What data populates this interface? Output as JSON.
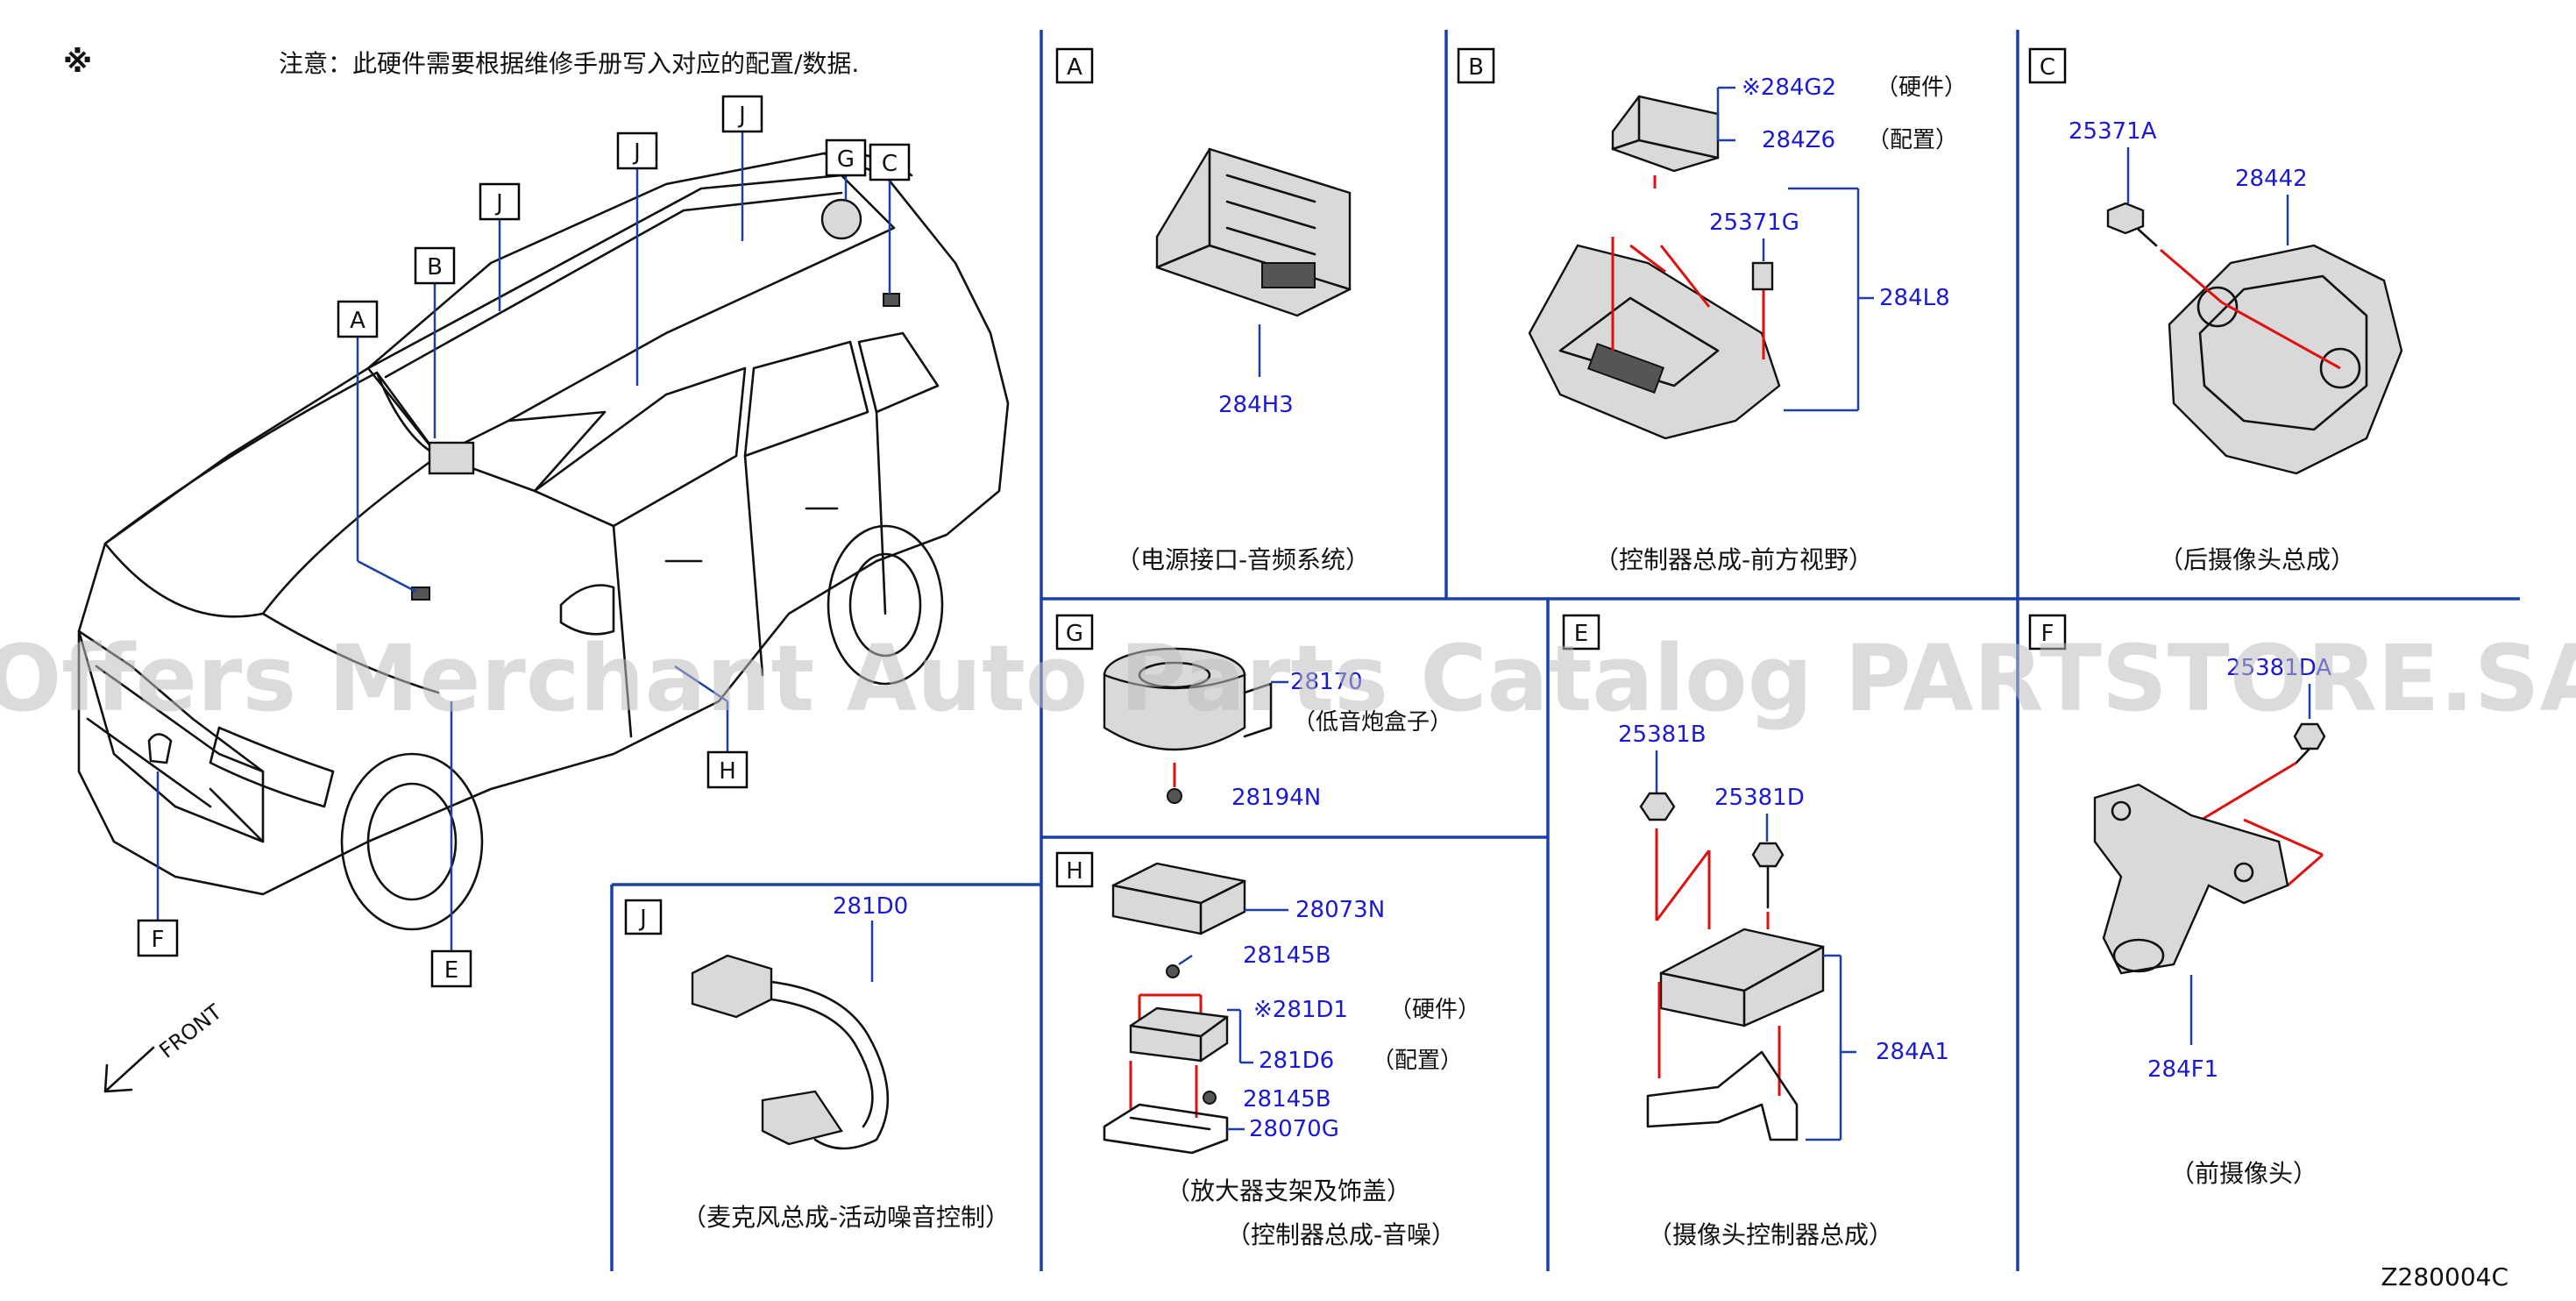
{
  "header": {
    "symbol": "※",
    "note": "注意：此硬件需要根据维修手册写入对应的配置/数据."
  },
  "watermark": "Offers Merchant Auto Parts Catalog PARTSTORE.SA",
  "diagram_code": "Z280004C",
  "vehicle": {
    "front_label": "FRONT",
    "callouts": [
      "A",
      "B",
      "C",
      "E",
      "F",
      "G",
      "H",
      "J",
      "J",
      "J"
    ]
  },
  "panels": {
    "A": {
      "letter": "A",
      "parts": [
        "284H3"
      ],
      "caption": "（电源接口-音频系统）"
    },
    "B": {
      "letter": "B",
      "parts": [
        "※284G2",
        "284Z6",
        "25371G",
        "284L8"
      ],
      "notes": [
        "（硬件）",
        "（配置）"
      ],
      "caption": "（控制器总成-前方视野）"
    },
    "C": {
      "letter": "C",
      "parts": [
        "25371A",
        "28442"
      ],
      "caption": "（后摄像头总成）"
    },
    "G": {
      "letter": "G",
      "parts": [
        "28170",
        "28194N"
      ],
      "caption": "（低音炮盒子）"
    },
    "E": {
      "letter": "E",
      "parts": [
        "25381B",
        "25381D",
        "284A1"
      ],
      "caption": "（摄像头控制器总成）"
    },
    "F": {
      "letter": "F",
      "parts": [
        "25381DA",
        "284F1"
      ],
      "caption": "（前摄像头）"
    },
    "H": {
      "letter": "H",
      "parts": [
        "28073N",
        "28145B",
        "※281D1",
        "281D6",
        "28145B",
        "28070G"
      ],
      "notes": [
        "（硬件）",
        "（配置）"
      ],
      "caption": "（放大器支架及饰盖）",
      "caption2": "（控制器总成-音噪）"
    },
    "J": {
      "letter": "J",
      "parts": [
        "281D0"
      ],
      "caption": "（麦克风总成-活动噪音控制）"
    }
  }
}
